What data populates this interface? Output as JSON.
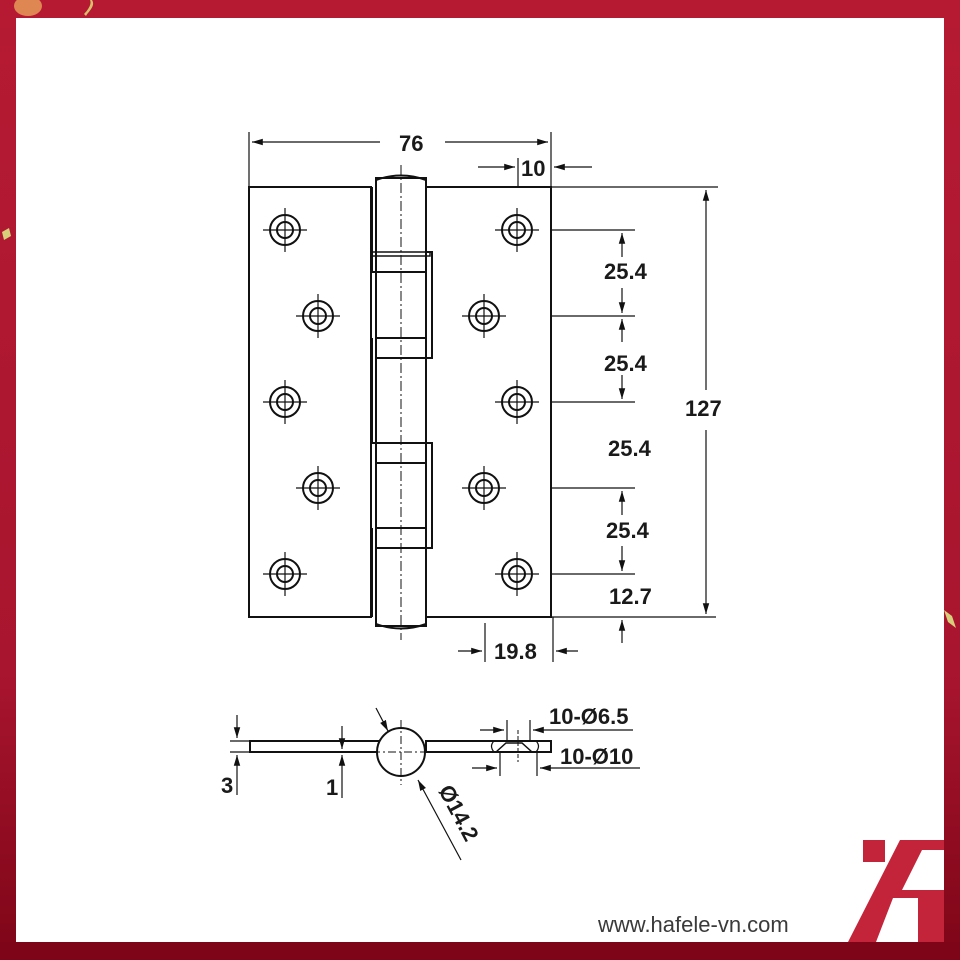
{
  "brand": {
    "url": "www.hafele-vn.com",
    "logo_letter": "Ä",
    "accent_color": "#c3243a",
    "frame_color": "#b61a33",
    "frame_dark_color": "#7e0517"
  },
  "drawing": {
    "title": "Butt hinge technical drawing",
    "front_view": {
      "overall_width": "76",
      "hole_edge_offset": "10",
      "overall_height": "127",
      "hole_spacings": [
        "25.4",
        "25.4",
        "25.4",
        "25.4"
      ],
      "end_offset": "12.7",
      "knuckle_offset": "19.8",
      "screw_holes_per_leaf": 5
    },
    "side_view": {
      "leaf_thickness": "3",
      "gap": "1",
      "knuckle_diameter": "Ø14.2",
      "hole_inner": "10-Ø6.5",
      "hole_countersink": "10-Ø10"
    }
  }
}
